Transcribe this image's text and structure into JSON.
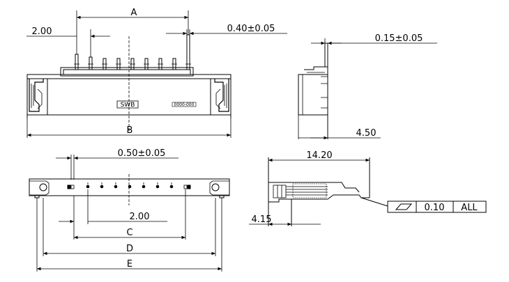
{
  "dimensions": {
    "A": "A",
    "B": "B",
    "C": "C",
    "D": "D",
    "E": "E",
    "pitch_top": "2.00",
    "pin_width": "0.40±0.05",
    "pin_thickness": "0.15±0.05",
    "height": "4.50",
    "tail_width": "0.50±0.05",
    "pitch_bottom": "2.00",
    "depth": "14.20",
    "offset": "4.15"
  },
  "markings": {
    "front_label": "SWB",
    "front_label_right": "0000-000"
  },
  "tolerance": {
    "symbol": "flatness",
    "value": "0.10",
    "scope": "ALL"
  }
}
